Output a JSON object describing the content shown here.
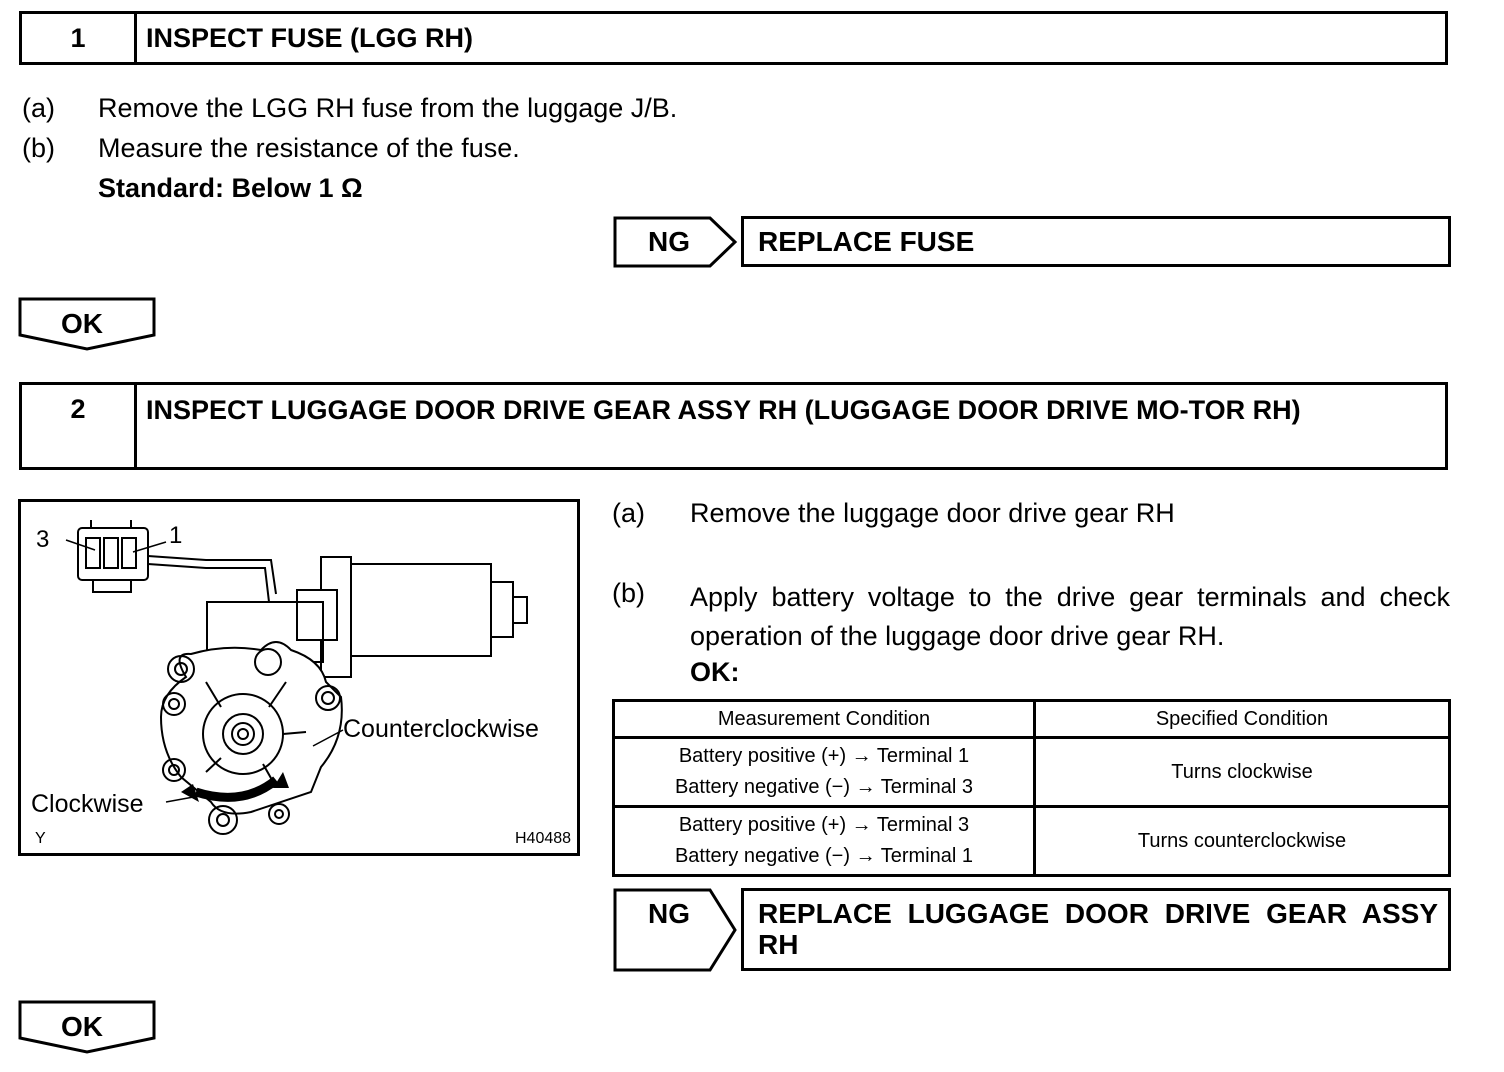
{
  "step1": {
    "number": "1",
    "title": "INSPECT FUSE (LGG RH)",
    "items": [
      {
        "marker": "(a)",
        "text": "Remove the LGG RH fuse from the luggage J/B."
      },
      {
        "marker": "(b)",
        "text": "Measure the resistance of the fuse."
      }
    ],
    "standard": "Standard: Below 1 Ω",
    "ng_label": "NG",
    "ng_action": "REPLACE FUSE",
    "ok_label": "OK"
  },
  "step2": {
    "number": "2",
    "title": "INSPECT LUGGAGE DOOR DRIVE GEAR ASSY RH (LUGGAGE DOOR DRIVE MO-TOR RH)",
    "items": [
      {
        "marker": "(a)",
        "text": "Remove the luggage door drive gear RH"
      },
      {
        "marker": "(b)",
        "text": "Apply battery voltage to the drive gear terminals and check operation of the luggage door drive gear RH."
      }
    ],
    "ok_heading": "OK:",
    "table": {
      "headers": [
        "Measurement Condition",
        "Specified Condition"
      ],
      "rows": [
        {
          "line1": "Battery positive (+) → Terminal 1",
          "line2": "Battery negative (−) → Terminal 3",
          "result": "Turns clockwise"
        },
        {
          "line1": "Battery positive (+) → Terminal 3",
          "line2": "Battery negative (−) → Terminal 1",
          "result": "Turns counterclockwise"
        }
      ]
    },
    "ng_label": "NG",
    "ng_action": "REPLACE LUGGAGE DOOR DRIVE GEAR ASSY RH",
    "ok_label": "OK"
  },
  "figure": {
    "terminal_left": "3",
    "terminal_right": "1",
    "label_ccw": "Counterclockwise",
    "label_cw": "Clockwise",
    "corner_mark": "Y",
    "figure_id": "H40488"
  }
}
